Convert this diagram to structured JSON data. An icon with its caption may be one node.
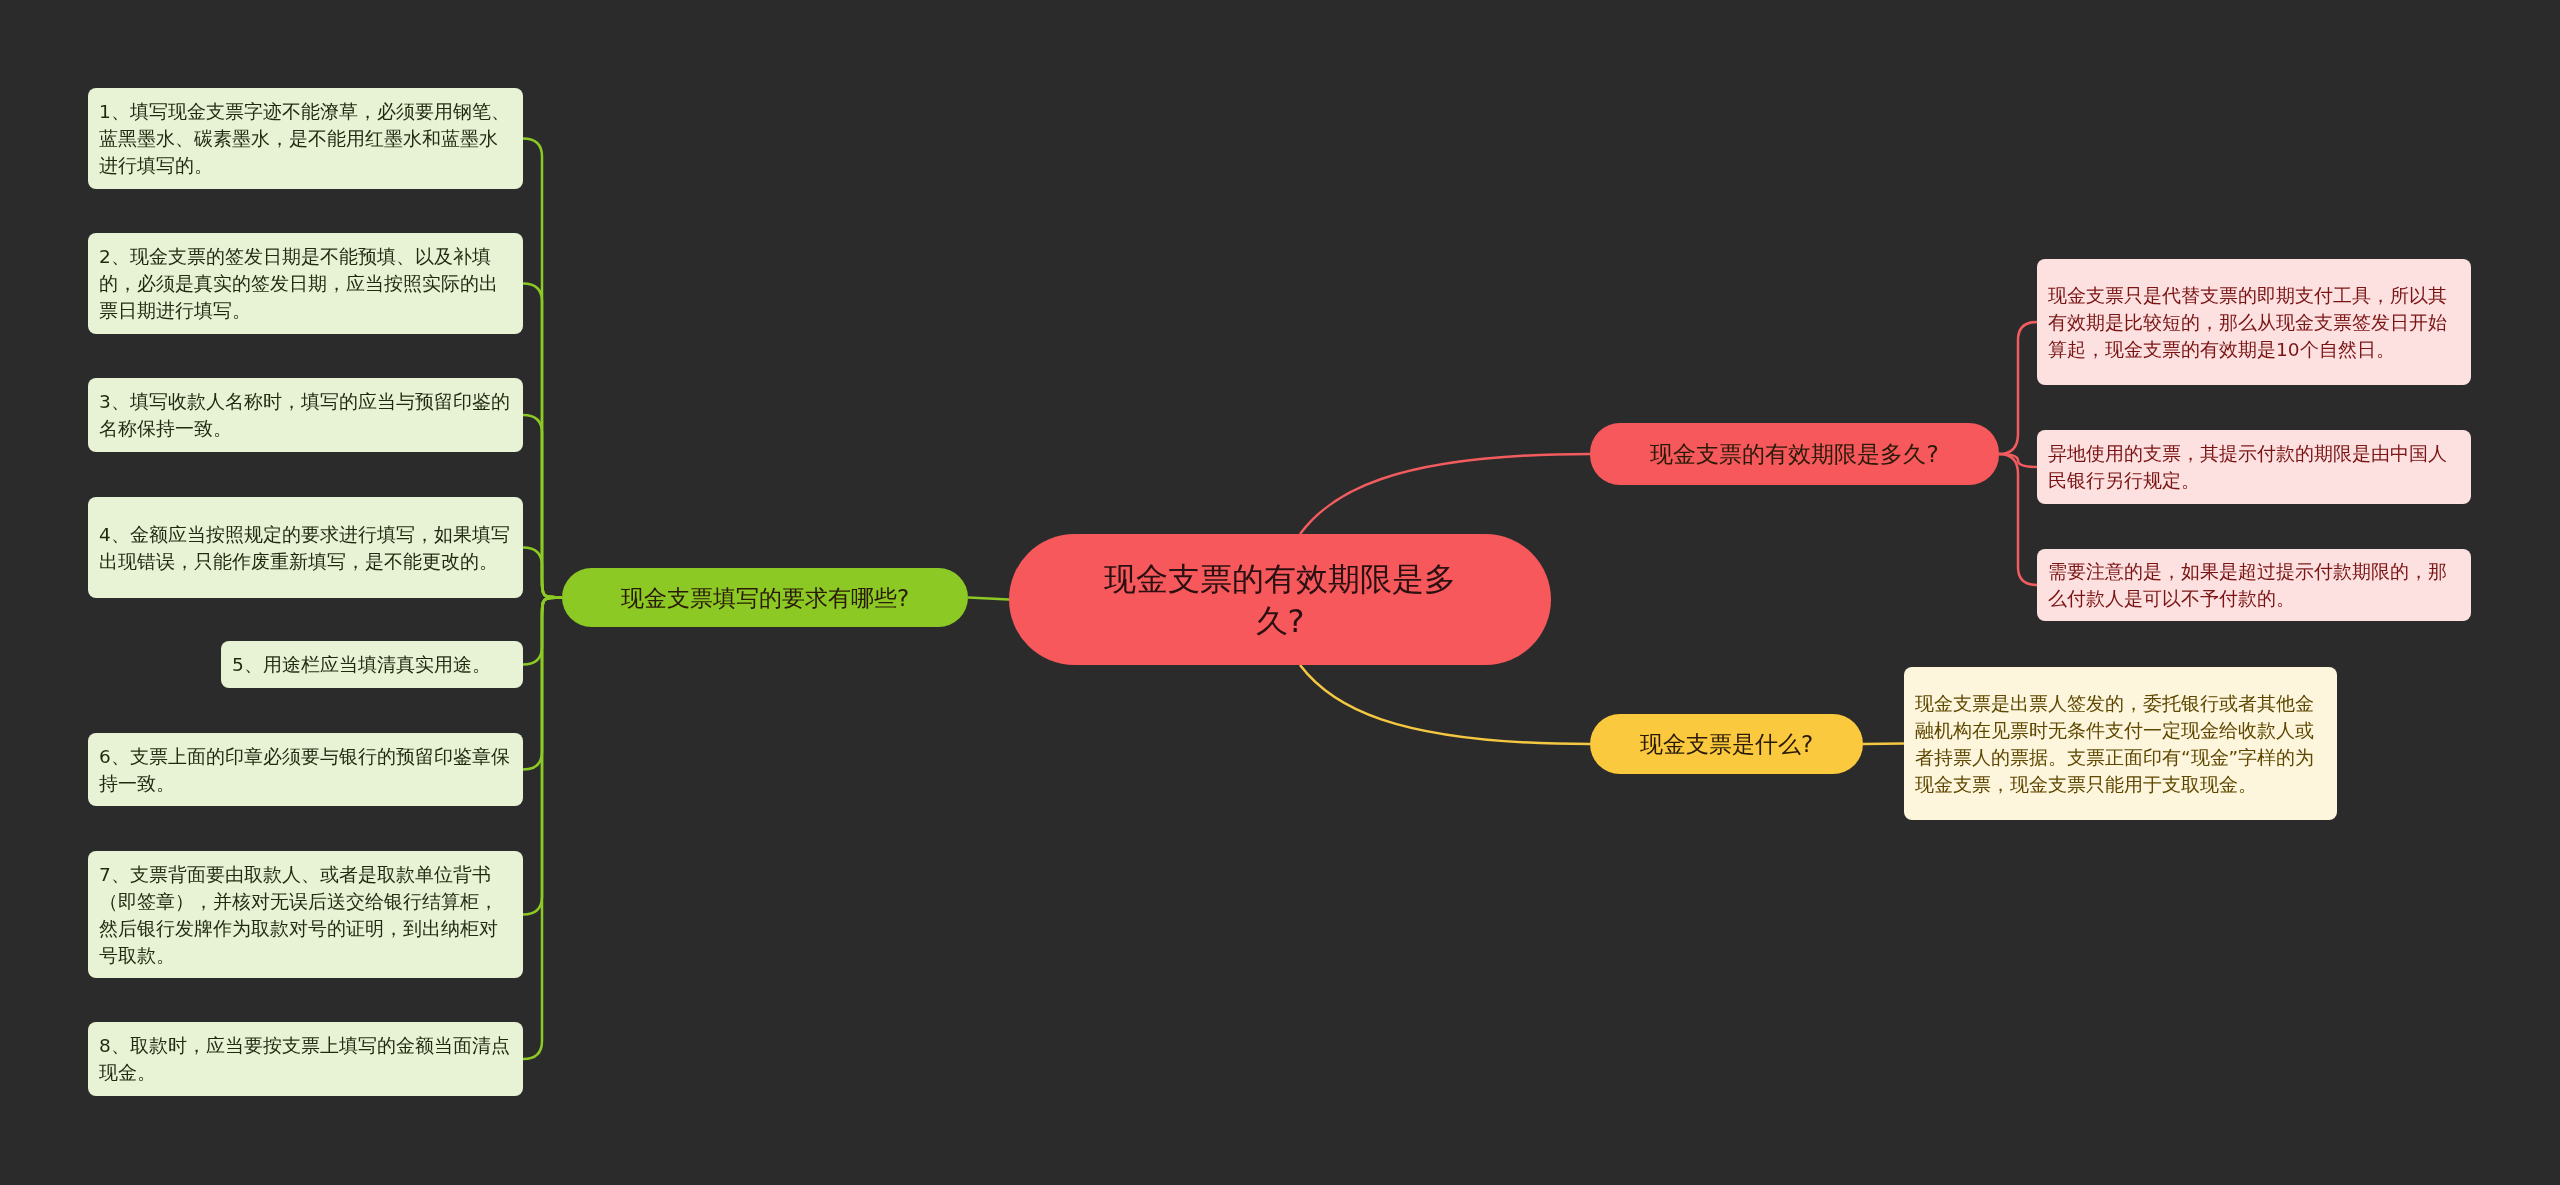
{
  "diagram": {
    "nodes": [
      {
        "text": [
          "现金支票的有效期限是多久?"
        ]
      },
      {
        "text": [
          "现金支票填写的要求有哪些?"
        ]
      },
      {
        "text": [
          "1、填写现金支票字迹不能潦草，必须要用钢笔、蓝黑墨水、碳素墨水，是不能用红墨水和蓝墨水进行填写的。"
        ]
      },
      {
        "text": [
          "2、现金支票的签发日期是不能预填、以及补填的，必须是真实的签发日期，应当按照实际的出票日期进行填写。"
        ]
      },
      {
        "text": [
          "3、填写收款人名称时，填写的应当与预留印鉴的名称保持一致。"
        ]
      },
      {
        "text": [
          "4、金额应当按照规定的要求进行填写，如果填写出现错误，只能作废重新填写，是不能更改的。"
        ]
      },
      {
        "text": [
          "5、用途栏应当填清真实用途。"
        ]
      },
      {
        "text": [
          "6、支票上面的印章必须要与银行的预留印鉴章保持一致。"
        ]
      },
      {
        "text": [
          "7、支票背面要由取款人、或者是取款单位背书（即签章），并核对无误后送交给银行结算柜，然后银行发牌作为取款对号的证明，到出纳柜对号取款。"
        ]
      },
      {
        "text": [
          "8、取款时，应当要按支票上填写的金额当面清点现金。"
        ]
      },
      {
        "text": [
          "现金支票的有效期限是多久?"
        ]
      },
      {
        "text": [
          "现金支票只是代替支票的即期支付工具，所以其有效期是比较短的，那么从现金支票签发日开始算起，现金支票的有效期是10个自然日。"
        ]
      },
      {
        "text": [
          "异地使用的支票，其提示付款的期限是由中国人民银行另行规定。"
        ]
      },
      {
        "text": [
          "需要注意的是，如果是超过提示付款期限的，那么付款人是可以不予付款的。"
        ]
      },
      {
        "text": [
          "现金支票是什么?"
        ]
      },
      {
        "text": [
          "现金支票是出票人签发的，委托银行或者其他金融机构在见票时无条件支付一定现金给收款人或者持票人的票据。支票正面印有“现金”字样的为现金支票，现金支票只能用于支取现金。"
        ]
      }
    ],
    "edges": [
      {
        "from": 0,
        "to": 1,
        "arrow": "none"
      },
      {
        "from": 1,
        "to": 2,
        "arrow": "none"
      },
      {
        "from": 1,
        "to": 3,
        "arrow": "none"
      },
      {
        "from": 1,
        "to": 4,
        "arrow": "none"
      },
      {
        "from": 1,
        "to": 5,
        "arrow": "none"
      },
      {
        "from": 1,
        "to": 6,
        "arrow": "none"
      },
      {
        "from": 1,
        "to": 7,
        "arrow": "none"
      },
      {
        "from": 1,
        "to": 8,
        "arrow": "none"
      },
      {
        "from": 1,
        "to": 9,
        "arrow": "none"
      },
      {
        "from": 0,
        "to": 10,
        "arrow": "none",
        "color": "#f25c5f"
      },
      {
        "from": 10,
        "to": 11,
        "arrow": "none",
        "color": "#f25c5f"
      },
      {
        "from": 10,
        "to": 12,
        "arrow": "none",
        "color": "#f25c5f"
      },
      {
        "from": 10,
        "to": 13,
        "arrow": "none",
        "color": "#f25c5f"
      },
      {
        "from": 0,
        "to": 14,
        "arrow": "none",
        "color": "#f5c842"
      },
      {
        "from": 14,
        "to": 15,
        "arrow": "none",
        "color": "#f5c842"
      }
    ]
  }
}
